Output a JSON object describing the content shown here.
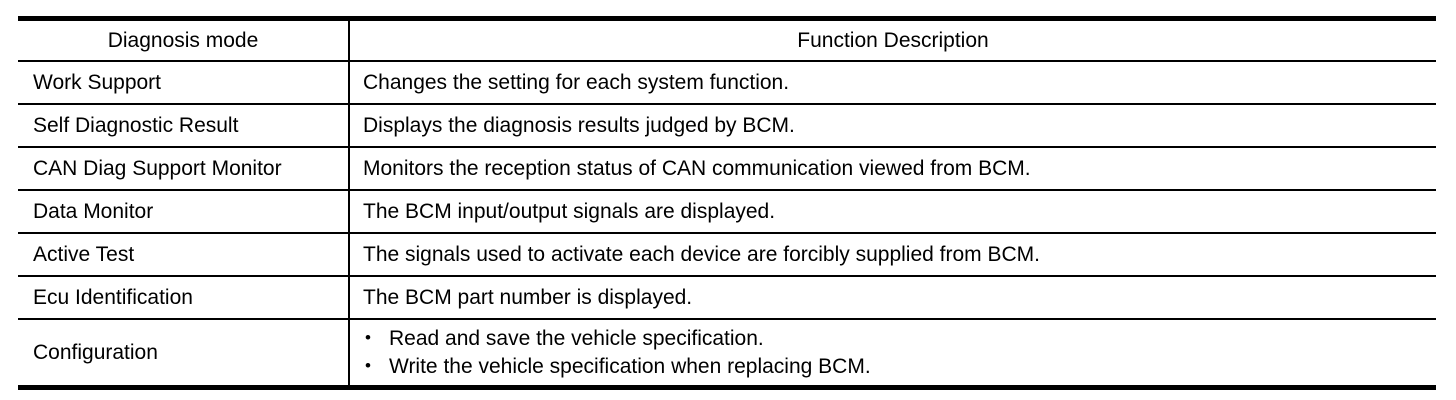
{
  "table": {
    "headers": {
      "mode": "Diagnosis mode",
      "description": "Function Description"
    },
    "bullet_char": "•",
    "colors": {
      "border": "#000000",
      "text": "#000000",
      "background": "#ffffff"
    },
    "rows": [
      {
        "mode": "Work Support",
        "description": "Changes the setting for each system function."
      },
      {
        "mode": "Self Diagnostic Result",
        "description": "Displays the diagnosis results judged by BCM."
      },
      {
        "mode": "CAN Diag Support Monitor",
        "description": "Monitors the reception status of CAN communication viewed from BCM."
      },
      {
        "mode": "Data Monitor",
        "description": "The BCM input/output signals are displayed."
      },
      {
        "mode": "Active Test",
        "description": "The signals used to activate each device are forcibly supplied from BCM."
      },
      {
        "mode": "Ecu Identification",
        "description": "The BCM part number is displayed."
      },
      {
        "mode": "Configuration",
        "bullets": [
          "Read and save the vehicle specification.",
          "Write the vehicle specification when replacing BCM."
        ]
      }
    ]
  }
}
